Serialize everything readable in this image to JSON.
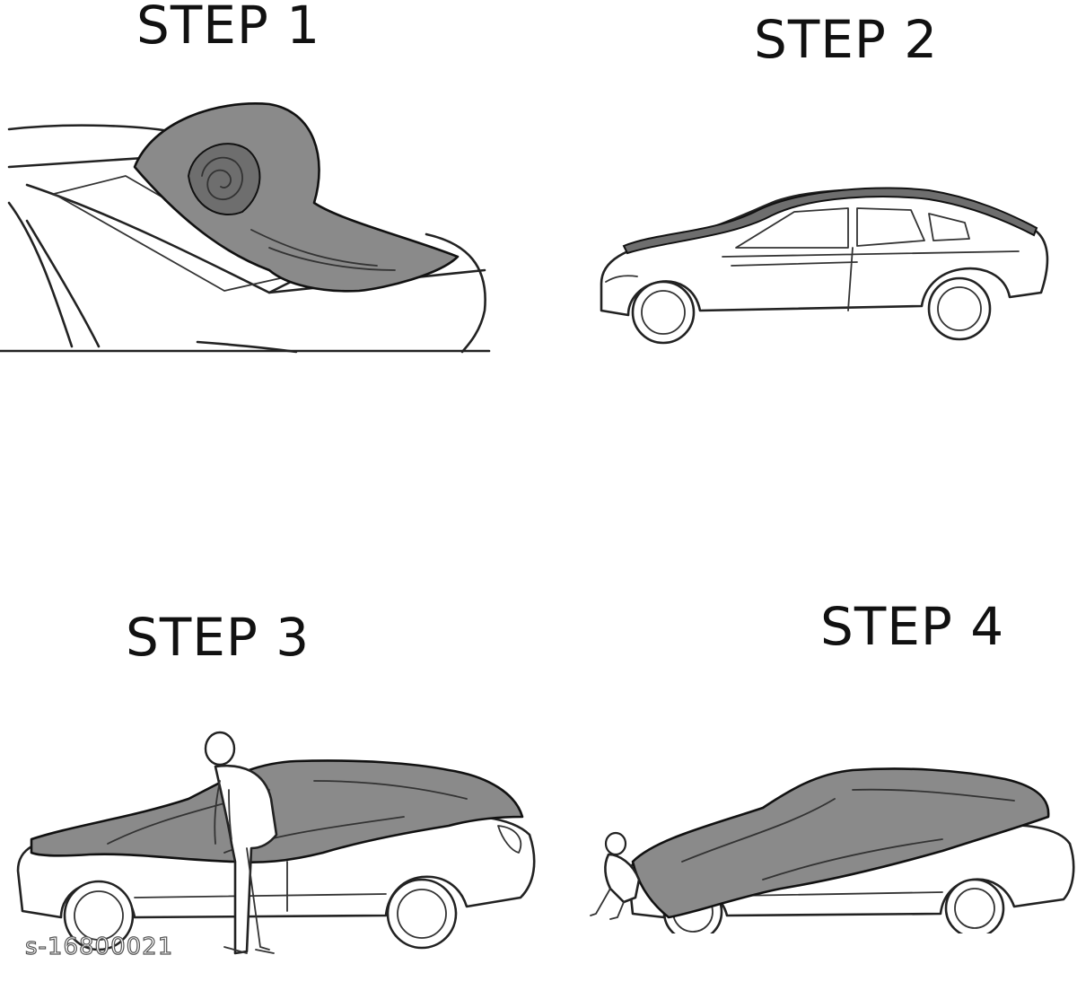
{
  "steps": [
    {
      "label": "STEP 1"
    },
    {
      "label": "STEP 2"
    },
    {
      "label": "STEP 3"
    },
    {
      "label": "STEP 4"
    }
  ],
  "watermark": "s-16800021",
  "colors": {
    "cover": "#8a8a8a",
    "cover_dark": "#6e6e6e",
    "line": "#222222",
    "background": "#ffffff"
  },
  "icons": [
    "rolled-cover-icon",
    "sedan-icon",
    "person-icon"
  ]
}
